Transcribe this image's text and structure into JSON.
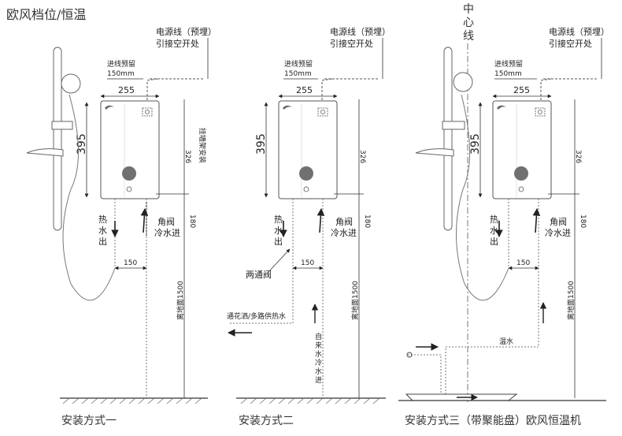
{
  "title": "欧风档位/恒温",
  "center_line": "中心线",
  "labels": {
    "power_line": "电源线（预埋）",
    "switch_point": "引接空开处",
    "reserve": "进线预留",
    "reserve_len": "150mm",
    "width": "255",
    "height": "395",
    "spacing": "326",
    "spacing_note": "挂墙架安装",
    "pipe_len": "180",
    "pipe_gap": "150",
    "floor_dist": "离地面1500",
    "hot_water": "热水出",
    "angle_valve": "角阀",
    "cold_in": "冷水进",
    "two_way": "两通阀",
    "multi_out": "通花洒/多路供热水",
    "tap_water": "自来水冷水进",
    "warm_water": "温水"
  },
  "captions": {
    "m1": "安装方式一",
    "m2": "安装方式二",
    "m3": "安装方式三（带聚能盘）欧风恒温机"
  },
  "colors": {
    "knob": "#707070",
    "line": "#333333"
  }
}
